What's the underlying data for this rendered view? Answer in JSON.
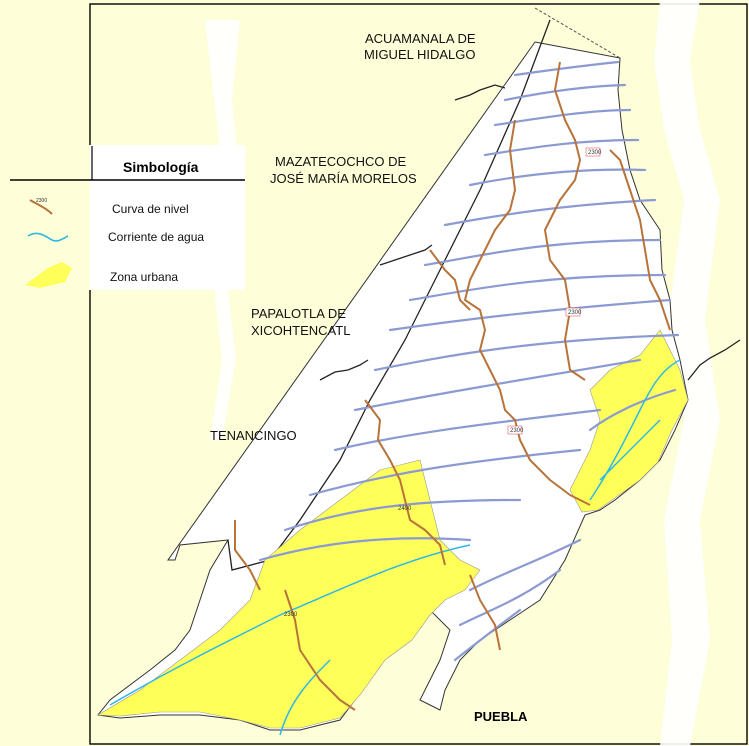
{
  "legend": {
    "title": "Simbología",
    "items": [
      {
        "label": "Curva de nivel",
        "icon": "contour-line-icon",
        "color": "#b8733a"
      },
      {
        "label": "Corriente de agua",
        "icon": "water-stream-icon",
        "color": "#2fb8e6"
      },
      {
        "label": "Zona urbana",
        "icon": "urban-zone-icon",
        "color": "#ffff5a"
      }
    ]
  },
  "places": {
    "acuamanala_1": "ACUAMANALA DE",
    "acuamanala_2": "MIGUEL HIDALGO",
    "mazatecochco_1": "MAZATECOCHCO DE",
    "mazatecochco_2": "JOSÉ MARÍA MORELOS",
    "papalotla_1": "PAPALOTLA DE",
    "papalotla_2": "XICOHTENCATL",
    "tenancingo": "TENANCINGO",
    "puebla": "PUEBLA"
  },
  "elevations": {
    "e1": "2300",
    "e2": "2300",
    "e3": "2300",
    "e4": "2400",
    "e5": "2300"
  },
  "colors": {
    "background": "#fefed8",
    "municipality": "#ffffff",
    "urban": "#ffff5a",
    "stream": "#2fb8e6",
    "contour": "#8c9ad2",
    "road": "#b8733a",
    "boundary": "#333333"
  }
}
